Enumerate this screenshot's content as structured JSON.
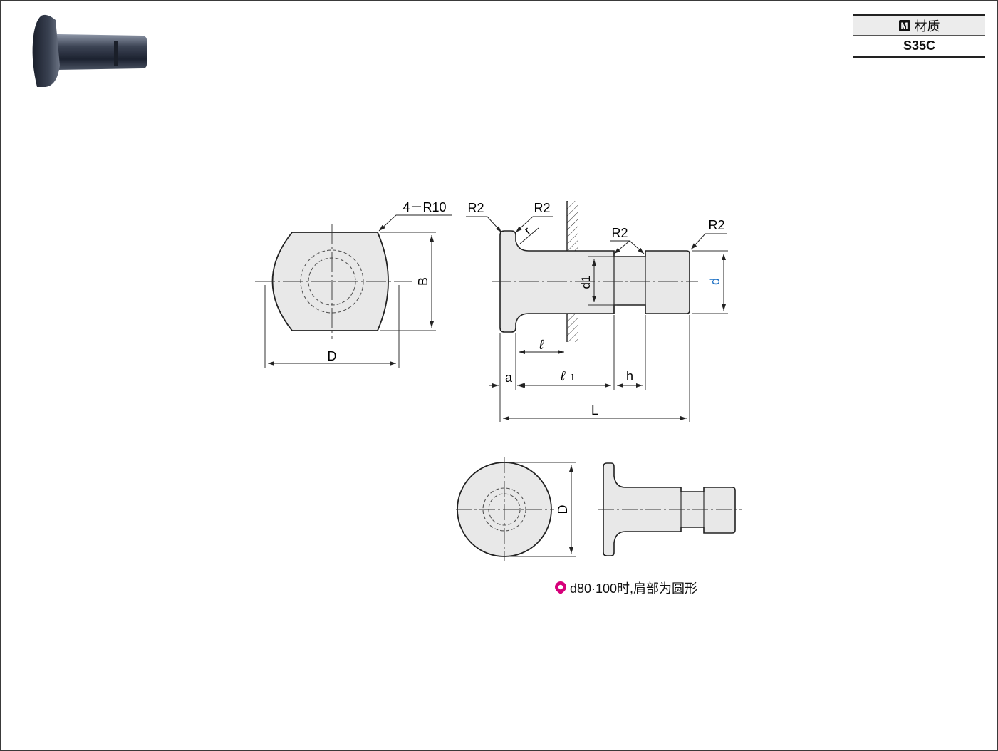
{
  "material": {
    "icon": "M",
    "header_label": "材质",
    "value": "S35C"
  },
  "front_view": {
    "corner_radius": "4－R10",
    "dim_width": "D",
    "dim_height": "B"
  },
  "side_view": {
    "r2_labels": [
      "R2",
      "R2",
      "R2",
      "R2"
    ],
    "r_label": "r",
    "d1_label": "d1",
    "d_label": "d",
    "l_label": "ℓ",
    "a_label": "a",
    "l1_label": "ℓ",
    "l1_sub": "1",
    "h_label": "h",
    "L_label": "L"
  },
  "round_view": {
    "dim_diameter": "D"
  },
  "note": {
    "icon": "pin-icon",
    "text": "d80·100时,肩部为圆形"
  },
  "colors": {
    "part_fill": "#e8e8e8",
    "accent_blue": "#1a6fc4",
    "note_icon": "#d6007a"
  }
}
